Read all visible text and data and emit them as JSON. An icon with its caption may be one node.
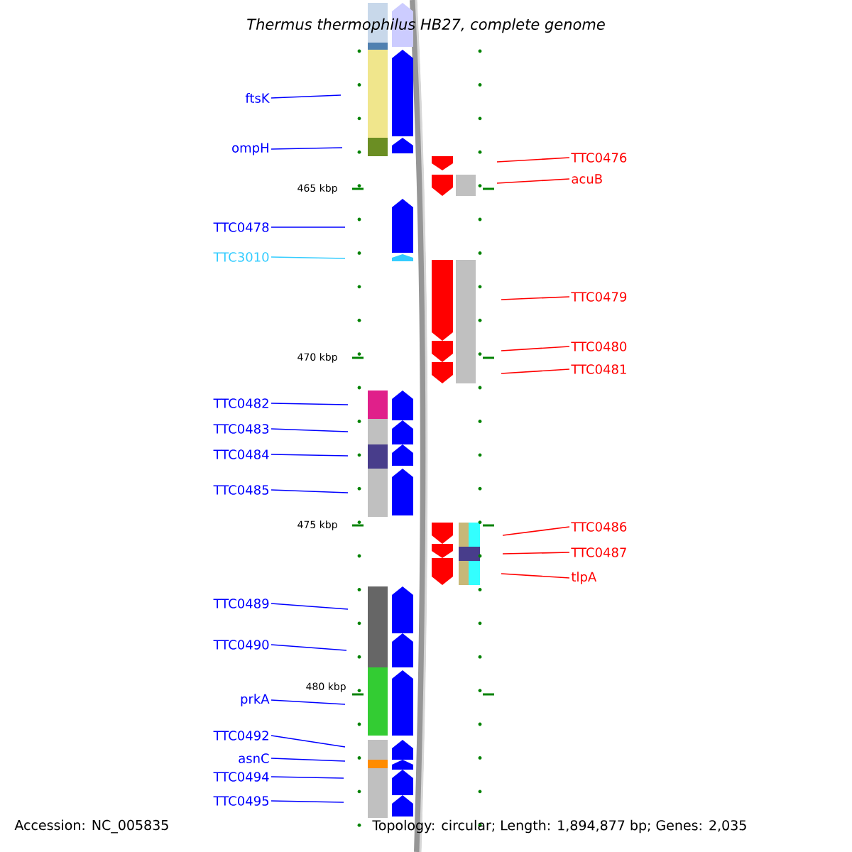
{
  "diagram": {
    "title": "Thermus thermophilus HB27, complete genome",
    "nodes": [
      {
        "text": [
          "ftsK"
        ]
      },
      {
        "text": [
          "ompH"
        ]
      },
      {
        "text": [
          "TTC0476"
        ]
      },
      {
        "text": [
          "acuB"
        ]
      },
      {
        "text": [
          "TTC0478"
        ]
      },
      {
        "text": [
          "TTC3010"
        ]
      },
      {
        "text": [
          "TTC0479"
        ]
      },
      {
        "text": [
          "TTC0480"
        ]
      },
      {
        "text": [
          "TTC0481"
        ]
      },
      {
        "text": [
          "TTC0482"
        ]
      },
      {
        "text": [
          "TTC0483"
        ]
      },
      {
        "text": [
          "TTC0484"
        ]
      },
      {
        "text": [
          "TTC0485"
        ]
      },
      {
        "text": [
          "TTC0486"
        ]
      },
      {
        "text": [
          "TTC0487"
        ]
      },
      {
        "text": [
          "tlpA"
        ]
      },
      {
        "text": [
          "TTC0489"
        ]
      },
      {
        "text": [
          "TTC0490"
        ]
      },
      {
        "text": [
          "prkA"
        ]
      },
      {
        "text": [
          "TTC0492"
        ]
      },
      {
        "text": [
          "asnC"
        ]
      },
      {
        "text": [
          "TTC0494"
        ]
      },
      {
        "text": [
          "TTC0495"
        ]
      }
    ],
    "edges": [
      {
        "from": 0,
        "to": null,
        "arrow": "none"
      },
      {
        "from": 1,
        "to": null,
        "arrow": "none"
      },
      {
        "from": 2,
        "to": null,
        "arrow": "none",
        "color": "#ff0000"
      },
      {
        "from": 3,
        "to": null,
        "arrow": "none",
        "color": "#ff0000"
      },
      {
        "from": 4,
        "to": null,
        "arrow": "none"
      },
      {
        "from": 5,
        "to": null,
        "arrow": "none",
        "color": "#33ccff"
      },
      {
        "from": 6,
        "to": null,
        "arrow": "none",
        "color": "#ff0000"
      },
      {
        "from": 7,
        "to": null,
        "arrow": "none",
        "color": "#ff0000"
      },
      {
        "from": 8,
        "to": null,
        "arrow": "none",
        "color": "#ff0000"
      },
      {
        "from": 9,
        "to": null,
        "arrow": "none"
      },
      {
        "from": 10,
        "to": null,
        "arrow": "none"
      },
      {
        "from": 11,
        "to": null,
        "arrow": "none"
      },
      {
        "from": 12,
        "to": null,
        "arrow": "none"
      },
      {
        "from": 13,
        "to": null,
        "arrow": "none",
        "color": "#ff0000"
      },
      {
        "from": 14,
        "to": null,
        "arrow": "none",
        "color": "#ff0000"
      },
      {
        "from": 15,
        "to": null,
        "arrow": "none",
        "color": "#ff0000"
      },
      {
        "from": 16,
        "to": null,
        "arrow": "none"
      },
      {
        "from": 17,
        "to": null,
        "arrow": "none"
      },
      {
        "from": 18,
        "to": null,
        "arrow": "none"
      },
      {
        "from": 19,
        "to": null,
        "arrow": "none"
      },
      {
        "from": 20,
        "to": null,
        "arrow": "none"
      },
      {
        "from": 21,
        "to": null,
        "arrow": "none"
      },
      {
        "from": 22,
        "to": null,
        "arrow": "none"
      }
    ],
    "labels": [
      "465 kbp",
      "470 kbp",
      "475 kbp",
      "480 kbp",
      "Accession: NC_005835",
      "Topology: circular; Length: 1,894,877 bp; Genes: 2,035"
    ]
  }
}
